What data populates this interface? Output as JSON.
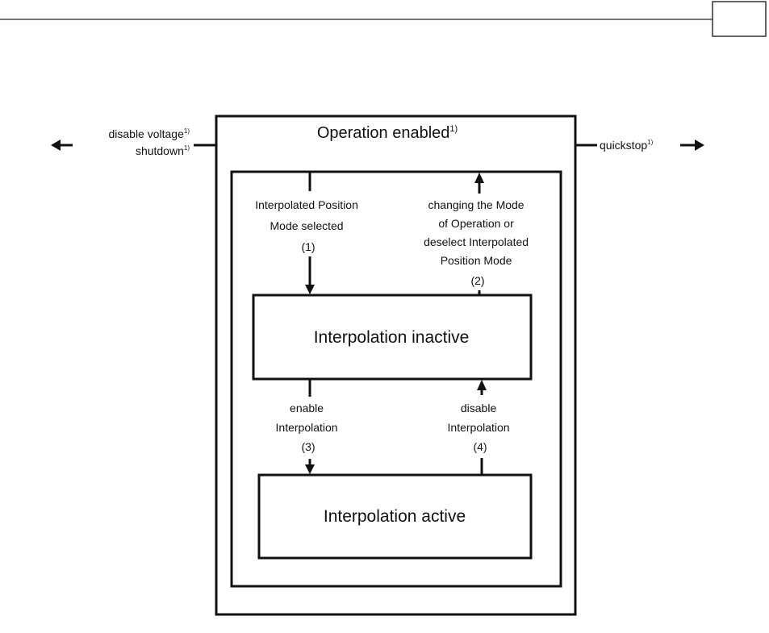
{
  "diagram": {
    "outer_state": {
      "title": "Operation enabled",
      "title_sup": "1)"
    },
    "left_exits": [
      {
        "label": "disable voltage",
        "sup": "1)"
      },
      {
        "label": "shutdown",
        "sup": "1)"
      }
    ],
    "right_exit": {
      "label": "quickstop",
      "sup": "1)"
    },
    "states": {
      "inactive": "Interpolation inactive",
      "active": "Interpolation active"
    },
    "transitions": [
      {
        "id": "1",
        "lines": [
          "Interpolated Position",
          "Mode selected",
          "(1)"
        ]
      },
      {
        "id": "2",
        "lines": [
          "changing the Mode",
          "of Operation or",
          "deselect Interpolated",
          "Position Mode",
          "(2)"
        ]
      },
      {
        "id": "3",
        "lines": [
          "enable",
          "Interpolation",
          "(3)"
        ]
      },
      {
        "id": "4",
        "lines": [
          "disable",
          "Interpolation",
          "(4)"
        ]
      }
    ]
  }
}
